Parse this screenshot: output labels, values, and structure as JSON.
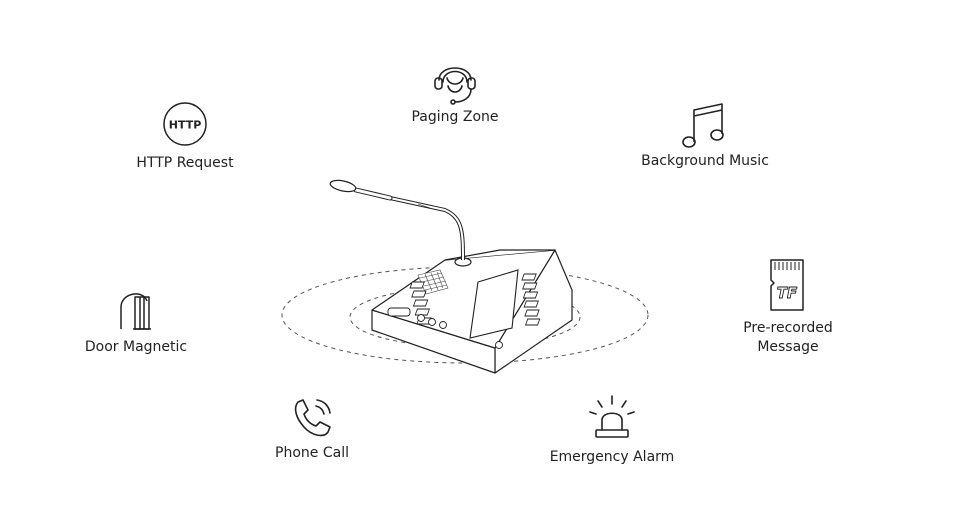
{
  "features": {
    "paging_zone": {
      "label": "Paging Zone",
      "icon": "headset-icon"
    },
    "http_request": {
      "label": "HTTP Request",
      "icon": "http-icon",
      "icon_text": "HTTP"
    },
    "background_music": {
      "label": "Background Music",
      "icon": "music-note-icon"
    },
    "door_magnetic": {
      "label": "Door Magnetic",
      "icon": "door-magnet-icon"
    },
    "prerecorded_message": {
      "label_lines": [
        "Pre-recorded",
        "Message"
      ],
      "icon": "tf-card-icon",
      "icon_text": "TF"
    },
    "phone_call": {
      "label": "Phone Call",
      "icon": "phone-icon"
    },
    "emergency_alarm": {
      "label": "Emergency Alarm",
      "icon": "siren-icon"
    }
  },
  "device": {
    "icon": "paging-console-microphone"
  },
  "colors": {
    "line": "#222222",
    "orbit": "#555555",
    "background": "#ffffff"
  }
}
